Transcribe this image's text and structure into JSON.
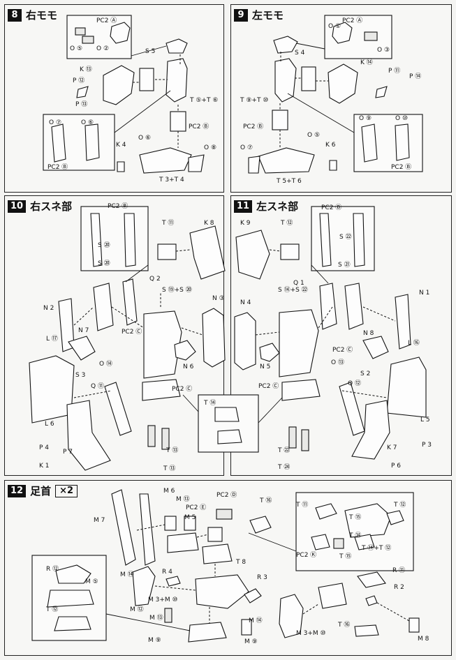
{
  "steps": [
    {
      "num": "8",
      "title": "右モモ"
    },
    {
      "num": "9",
      "title": "左モモ"
    },
    {
      "num": "10",
      "title": "右スネ部"
    },
    {
      "num": "11",
      "title": "左スネ部"
    },
    {
      "num": "12",
      "title": "足首",
      "multiplier": "×2"
    }
  ],
  "labels": {
    "s8": [
      "PC2 Ⓐ",
      "O ⑤",
      "O ②",
      "S 5",
      "K ⑬",
      "P ⑫",
      "P ⑬",
      "T ⑤+T ⑥",
      "PC2 Ⓑ",
      "O ⑥",
      "O ⑧",
      "O ⑦",
      "O ⑥",
      "PC2 Ⓑ",
      "K 4",
      "T 3+T 4"
    ],
    "s9": [
      "PC2 Ⓐ",
      "O ①",
      "O ③",
      "S 4",
      "K ⑭",
      "P ⑪",
      "P ⑭",
      "T ⑨+T ⑩",
      "PC2 Ⓑ",
      "O ⑤",
      "O ⑦",
      "O ⑨",
      "O ⑩",
      "PC2 Ⓑ",
      "K 6",
      "T 5+T 6"
    ],
    "s10": [
      "PC2 Ⓑ",
      "S ⑳",
      "S ⑳",
      "T ⑪",
      "K 8",
      "Q 2",
      "S ⑲+S ⑳",
      "N 2",
      "N 7",
      "N ③",
      "L ⑰",
      "PC2 Ⓒ",
      "O ⑭",
      "N 6",
      "S 3",
      "Q ⑪",
      "PC2 Ⓒ",
      "L 6",
      "P 4",
      "P 7",
      "K 1",
      "T ⑬",
      "T ⑬",
      "T ⑭"
    ],
    "s11": [
      "PC2 Ⓑ",
      "S ㉒",
      "S ㉑",
      "K 9",
      "T ⑫",
      "Q 1",
      "S ⑭+S ㉒",
      "N 4",
      "N 1",
      "N 8",
      "L ⑯",
      "PC2 Ⓒ",
      "O ⑬",
      "N 5",
      "PC2 Ⓒ",
      "S 2",
      "Q ⑫",
      "L 5",
      "P 3",
      "K 7",
      "P 6",
      "T ㉒",
      "T ㉔"
    ],
    "s12": [
      "M 6",
      "M ⑬",
      "PC2 Ⓔ",
      "M 5",
      "PC2 Ⓓ",
      "T ⑯",
      "M 7",
      "T ⑪",
      "T ⑫",
      "T ⑭",
      "T ⑭+T ⑫",
      "PC2 Ⓚ",
      "T ⑮",
      "T ⑮",
      "T 8",
      "R ⑫",
      "M ⑤",
      "M ⑭",
      "R 4",
      "R 3",
      "R ⑪",
      "R 2",
      "T ⑫",
      "M ⑫",
      "M 3+M ⑩",
      "M ⑬",
      "M ⑨",
      "M 8",
      "M ⑭",
      "M ⑨",
      "M 3+M ⑩",
      "T ⑯"
    ]
  }
}
